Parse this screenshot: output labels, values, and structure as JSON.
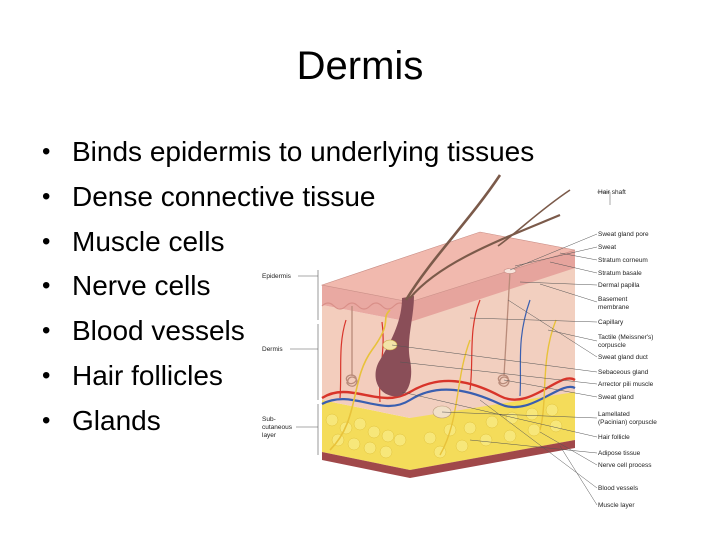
{
  "slide": {
    "title": "Dermis",
    "bullets": [
      "Binds epidermis to underlying tissues",
      "Dense connective tissue",
      "Muscle cells",
      "Nerve cells",
      "Blood vessels",
      "Hair follicles",
      "Glands"
    ]
  },
  "figure": {
    "left_labels": {
      "epidermis": "Epidermis",
      "dermis": "Dermis",
      "subcutaneous_1": "Sub-",
      "subcutaneous_2": "cutaneous",
      "subcutaneous_3": "layer"
    },
    "right_labels": {
      "hair_shaft": "Hair shaft",
      "sweat_gland_pore": "Sweat gland pore",
      "sweat": "Sweat",
      "stratum_corneum": "Stratum corneum",
      "stratum_basale": "Stratum basale",
      "dermal_papilla": "Dermal papilla",
      "basement_1": "Basement",
      "basement_2": "membrane",
      "capillary": "Capillary",
      "tactile_1": "Tactile (Meissner's)",
      "tactile_2": "corpuscle",
      "sweat_gland_duct": "Sweat gland duct",
      "sebaceous_gland": "Sebaceous gland",
      "arrector": "Arrector pili muscle",
      "sweat_gland": "Sweat gland",
      "lamellated_1": "Lamellated",
      "lamellated_2": "(Pacinian) corpuscle",
      "hair_follicle": "Hair follicle",
      "adipose": "Adipose tissue",
      "nerve_process": "Nerve cell process",
      "blood_vessels": "Blood vessels",
      "muscle_layer": "Muscle layer"
    },
    "colors": {
      "epidermis_top": "#e8a7a0",
      "epidermis_mid": "#f6d3c6",
      "dermis": "#f4d7c9",
      "fat": "#f4dc5a",
      "artery": "#d8342a",
      "vein": "#3a5fb0",
      "nerve": "#e8c23a",
      "hair": "#7b5a4a",
      "muscle": "#a0484a"
    }
  }
}
